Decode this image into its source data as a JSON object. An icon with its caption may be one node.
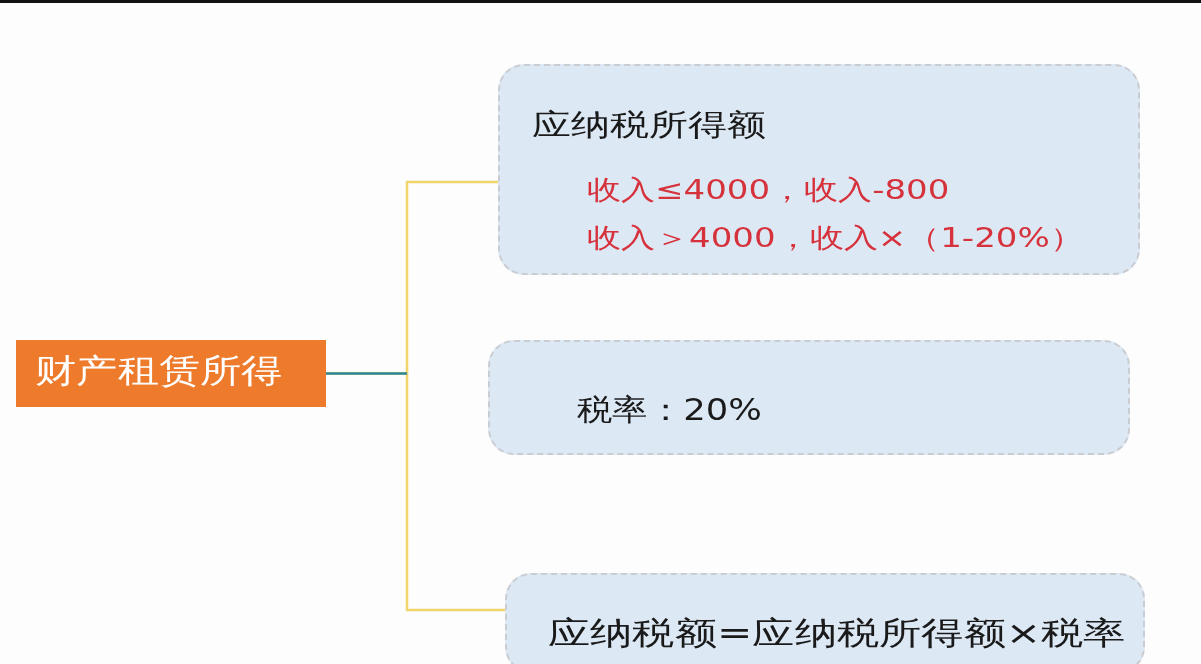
{
  "diagram": {
    "nodes": [
      {
        "text": [
          "财产租赁所得"
        ]
      },
      {
        "text": [
          "应纳税所得额",
          "收入≤4000，收入-800",
          "收入＞4000，收入×（1-20%）"
        ]
      },
      {
        "text": [
          "税率：20%"
        ]
      },
      {
        "text": [
          "应纳税额=应纳税所得额×税率"
        ]
      }
    ],
    "edges": [
      {
        "from": 0,
        "to": 1,
        "arrow": "none"
      },
      {
        "from": 0,
        "to": 3,
        "arrow": "none"
      }
    ]
  }
}
